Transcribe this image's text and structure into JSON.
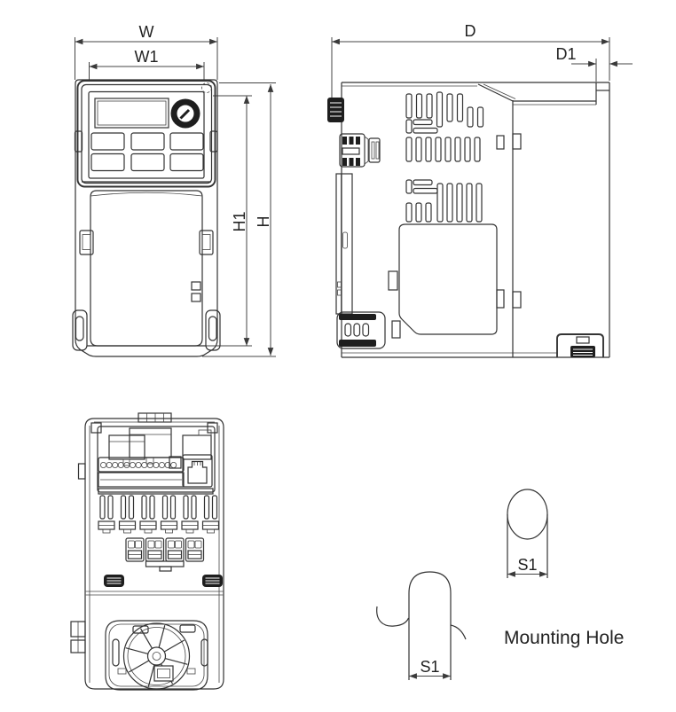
{
  "labels": {
    "w": "W",
    "w1": "W1",
    "h1": "H1",
    "h": "H",
    "d": "D",
    "d1": "D1",
    "s1_top": "S1",
    "s1_bottom": "S1",
    "mounting_caption": "Mounting Hole"
  },
  "colors": {
    "line": "#333333",
    "dark_fill": "#1e1e1e",
    "background": "#ffffff"
  }
}
